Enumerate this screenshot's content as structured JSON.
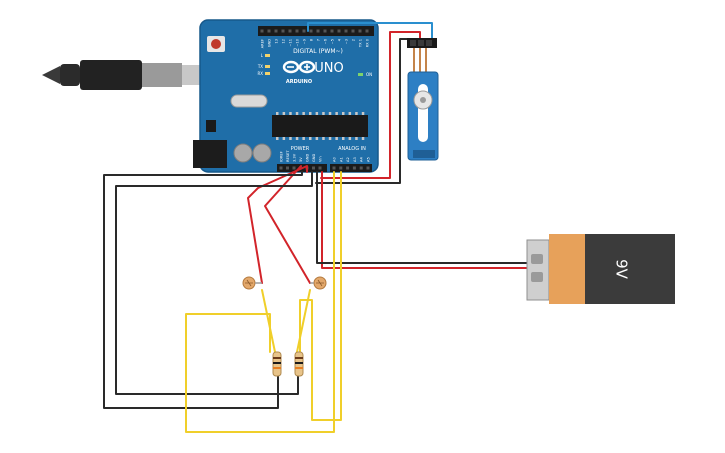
{
  "board": {
    "brand": "ARDUINO",
    "model": "UNO",
    "digital_header": "DIGITAL (PWM~)",
    "power_header": "POWER",
    "analog_header": "ANALOG IN",
    "on_label": "ON",
    "tx_label": "TX",
    "rx_label": "RX",
    "l_label": "L",
    "digital_pins": [
      "AREF",
      "GND",
      "13",
      "12",
      "~11",
      "~10",
      "~9",
      "8",
      "7",
      "~6",
      "~5",
      "4",
      "~3",
      "2",
      "TX 1",
      "RX 0"
    ],
    "power_pins": [
      "IOREF",
      "RESET",
      "3.3V",
      "5V",
      "GND",
      "GND",
      "Vin"
    ],
    "analog_pins": [
      "A0",
      "A1",
      "A2",
      "A3",
      "A4",
      "A5"
    ]
  },
  "battery": {
    "label": "9V"
  },
  "colors": {
    "board": "#1f6ea8",
    "board_dark": "#17588a",
    "wire_red": "#d2242a",
    "wire_black": "#2a2a2a",
    "wire_yellow": "#f0cf2a",
    "wire_blue": "#2a8fcf",
    "battery_body": "#e7a15a",
    "battery_cap": "#3b3b3b",
    "servo": "#2d7fc4"
  }
}
